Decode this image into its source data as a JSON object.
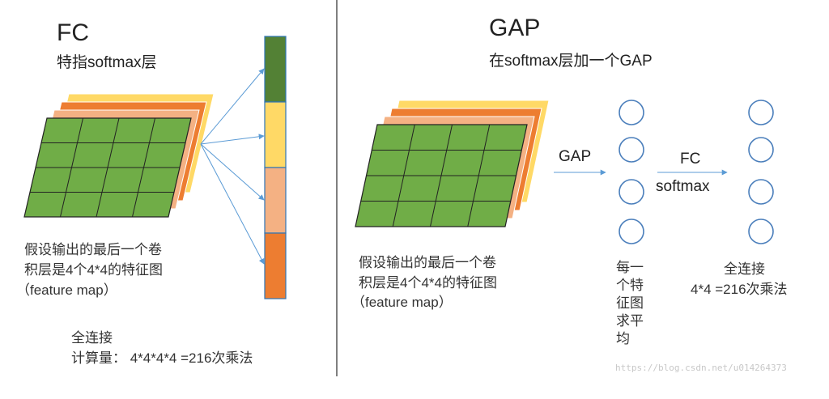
{
  "left": {
    "title": "FC",
    "subtitle": "特指softmax层",
    "desc_line1": "假设输出的最后一个卷",
    "desc_line2": "积层是4个4*4的特征图",
    "desc_line3": "（feature map）",
    "calc_line1": "全连接",
    "calc_line2": "计算量：  4*4*4*4 =216次乘法"
  },
  "right": {
    "title": "GAP",
    "subtitle": "在softmax层加一个GAP",
    "gap_label": "GAP",
    "fc_label": "FC",
    "softmax_label": "softmax",
    "desc_line1": "假设输出的最后一个卷",
    "desc_line2": "积层是4个4*4的特征图",
    "desc_line3": "（feature map）",
    "avg_label": "每一个特征图求平均",
    "fc_calc_line1": "全连接",
    "fc_calc_line2": "4*4 =216次乘法"
  },
  "watermark": "https://blog.csdn.net/u014264373",
  "colors": {
    "green": "#70ad47",
    "dark_green": "#538135",
    "yellow": "#ffd966",
    "peach": "#f4b183",
    "orange": "#ed7d31",
    "arrow": "#5b9bd5",
    "circle": "#4a7ebb",
    "divider": "#555555"
  }
}
